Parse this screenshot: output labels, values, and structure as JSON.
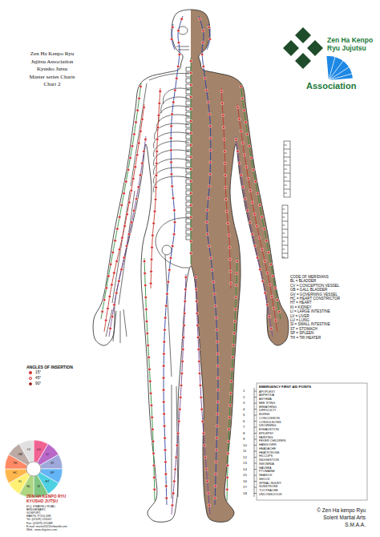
{
  "diagram": {
    "labels": [
      "Zen Ha Kenpo Ryu",
      "Jujitsu Association",
      "Kyusho Jutsu",
      "Master series Charts",
      "Chart 2",
      "Zen Ha Kenpo",
      "Ryu Jujutsu",
      "Association",
      "CODE OF MERIDIANS",
      "BL = BLADDER",
      "CV = CONCEPTION VESSEL",
      "GB = GALL BLADDER",
      "GV = GOVERNING VESSEL",
      "HC = HEART CONSTRICTOR",
      "HT = HEART",
      "KI = KIDNEY",
      "LI = LARGE INTESTINE",
      "LV = LIVER",
      "LU = LUNG",
      "SI = SMALL INTESTINE",
      "ST = STOMACH",
      "SP = SPLEEN",
      "TH = TRI HEATER",
      "ANGLES OF INSERTION",
      "EMERGENCY FIRST AID POINTS",
      "APOPLEXY",
      "ASPHYXIA",
      "ASTHMA",
      "BEE STING",
      "BREATHING",
      "DIFFICULTY",
      "BURNS",
      "CONCUSSION",
      "CONVULSIONS",
      "DROWNING",
      "EXHAUSTION",
      "EPILEPSY",
      "FAINTING",
      "FEVER CHILDREN",
      "HANGOVER",
      "HEADACHE",
      "HEATSTROKE",
      "HICCUPS",
      "INDIGESTION",
      "INSOMNIA",
      "NAUSEA",
      "PTOMAINE",
      "SEASICK",
      "SHOCK",
      "SPINAL INJURY",
      "SUNSTROKE",
      "TOOTHACHE",
      "UNCONSCIOUS",
      "1",
      "2",
      "3",
      "4",
      "5",
      "6",
      "7",
      "8",
      "9",
      "10",
      "11",
      "12",
      "13",
      "14",
      "15",
      "16",
      "17",
      "18",
      "LU",
      "LI",
      "ST",
      "SP",
      "HT",
      "SI",
      "BL",
      "KI",
      "HC",
      "TH",
      "GB",
      "LV",
      "ZEN HA KENPO RYU",
      "KYUSHO JUTSU",
      "H.Q. 8 MAYELL ROAD,",
      "BRIDGEMARY,",
      "GOSPORT,",
      "HANTS. PO13 0XR",
      "Tel: (01329) 221002",
      "Fax: (01329) 221088",
      "E-mail: martin242@ntlworld.com",
      "Web - www.shjjutsu.com",
      "© Zen Ha kenpo Ryu",
      "Solent Martial Arts",
      "S.M.A.A."
    ],
    "legend": [
      {
        "text": "15°"
      },
      {
        "text": "45°"
      },
      {
        "text": "90°"
      }
    ]
  }
}
